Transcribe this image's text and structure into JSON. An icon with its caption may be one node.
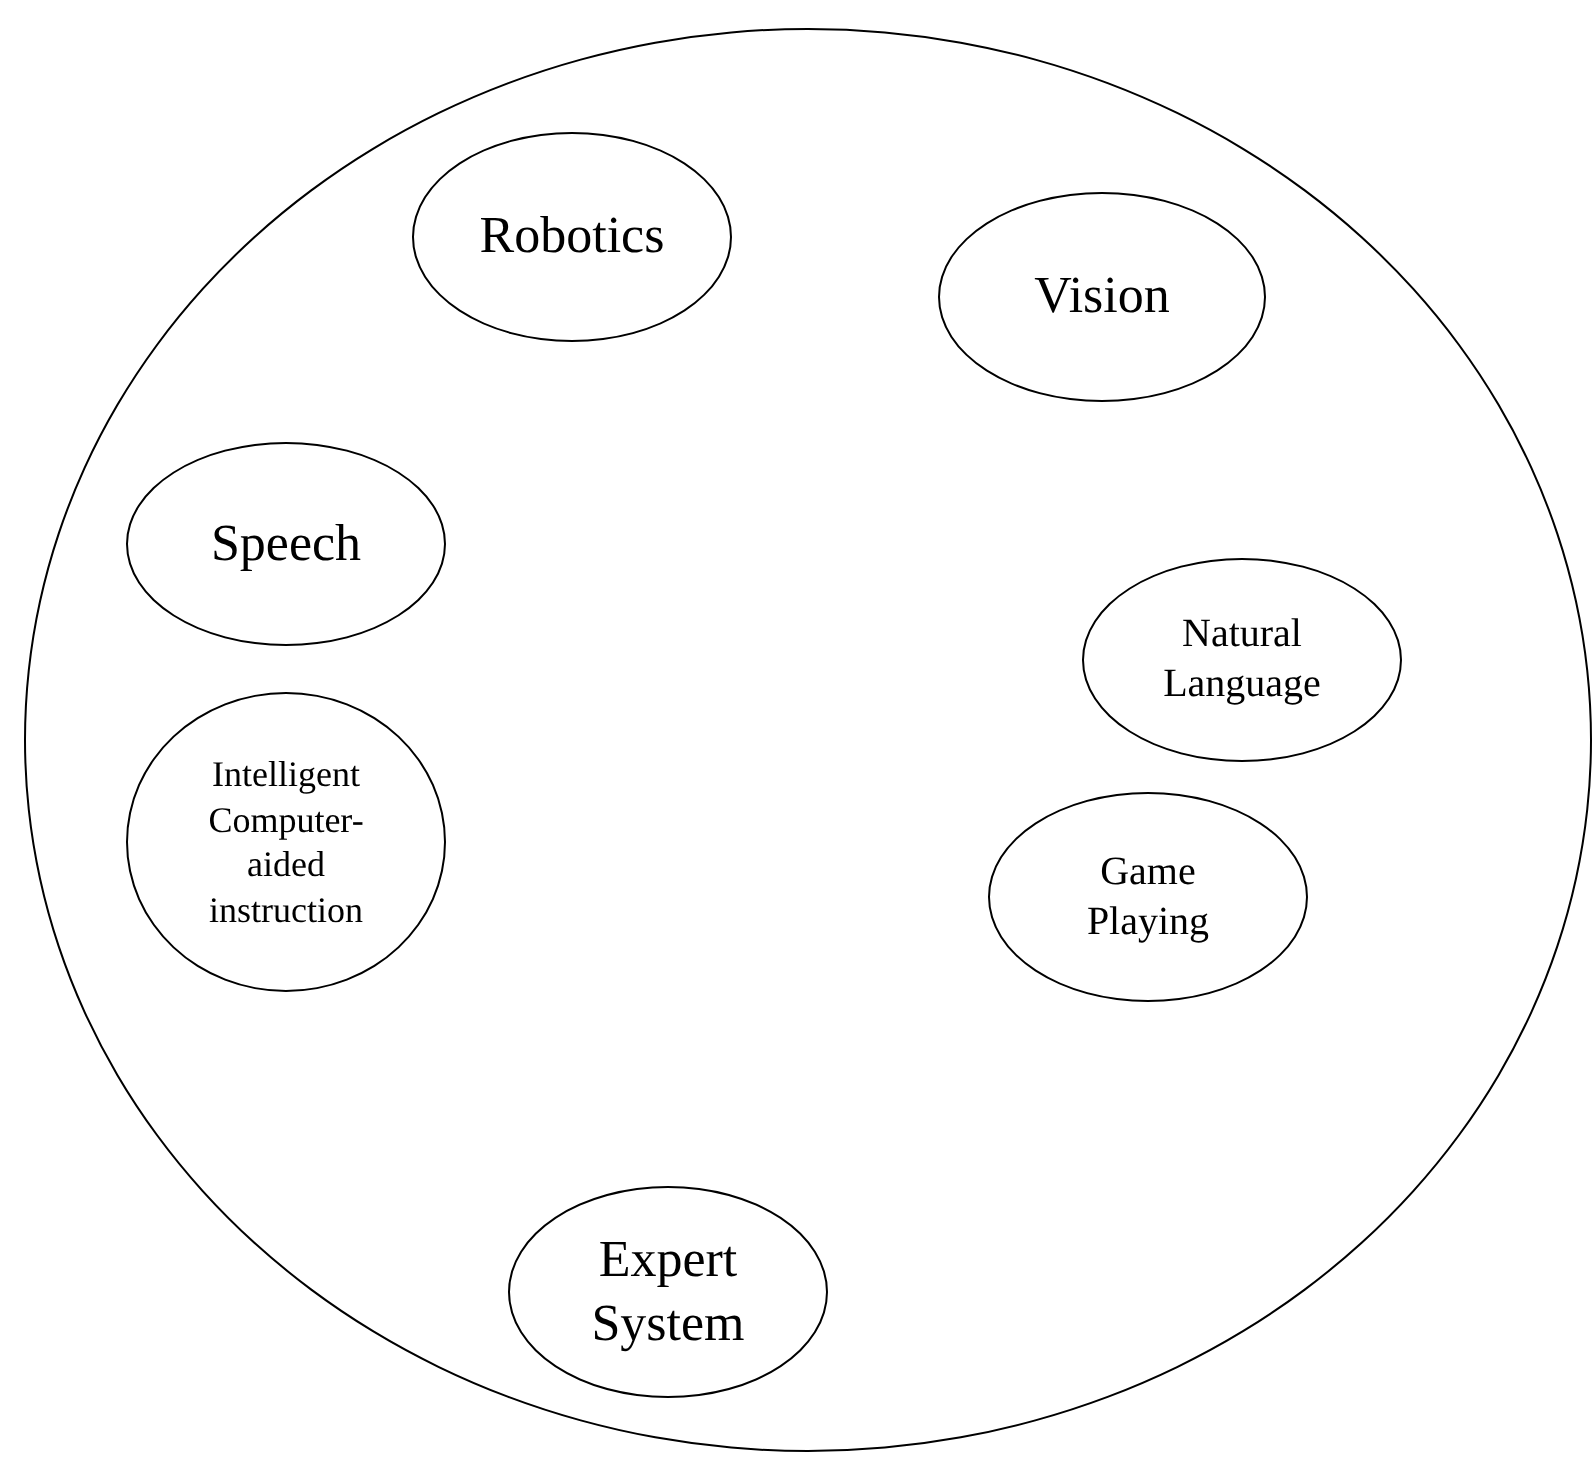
{
  "diagram": {
    "nodes": [
      {
        "text": [],
        "shape": "circle"
      },
      {
        "text": [
          "Robotics"
        ],
        "in": 0
      },
      {
        "text": [
          "Vision"
        ],
        "in": 0
      },
      {
        "text": [
          "Speech"
        ],
        "in": 0
      },
      {
        "text": [
          "Natural Language"
        ],
        "in": 0
      },
      {
        "text": [
          "Intelligent Computer-aided instruction"
        ],
        "in": 0
      },
      {
        "text": [
          "Game Playing"
        ],
        "in": 0
      },
      {
        "text": [
          "Expert System"
        ],
        "in": 0
      }
    ]
  }
}
